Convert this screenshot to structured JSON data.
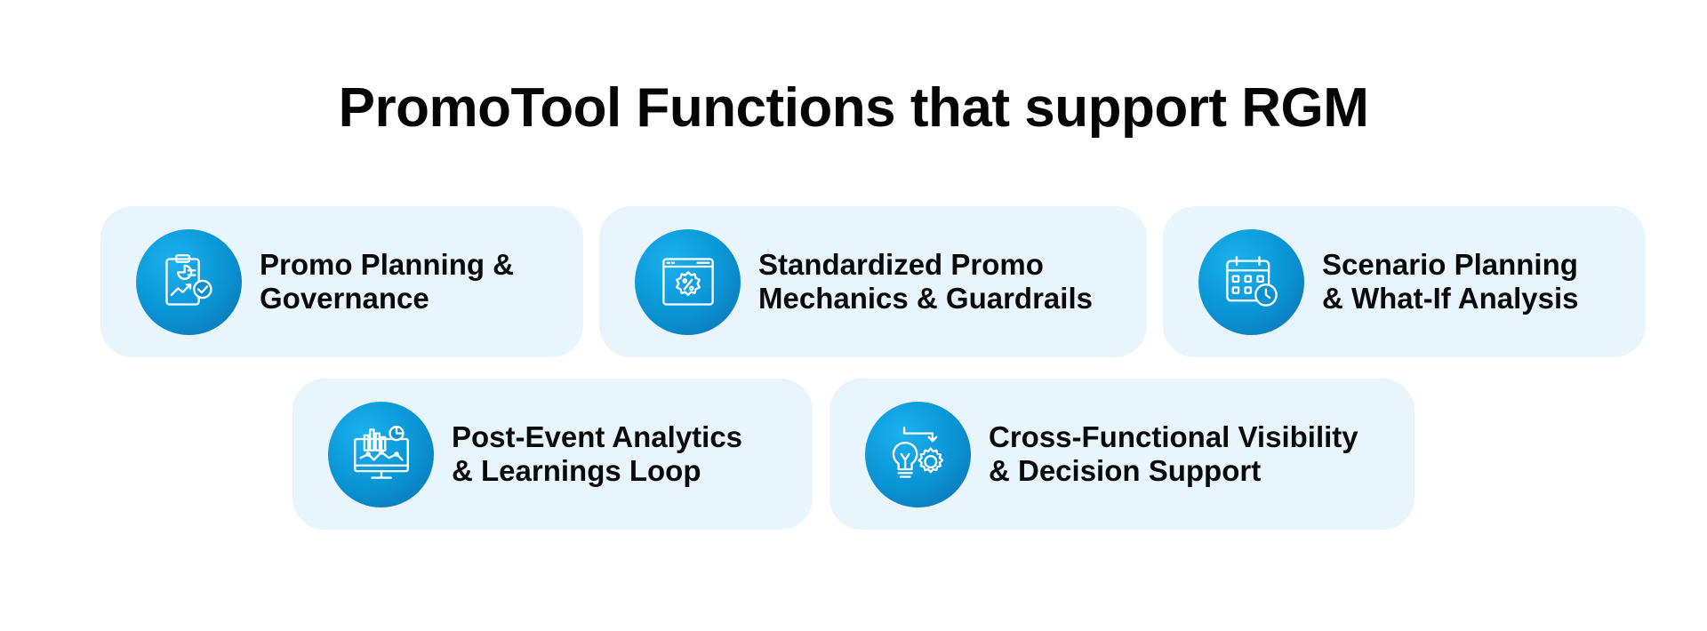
{
  "title": "PromoTool Functions that support RGM",
  "colors": {
    "card_background": "#e8f5fc",
    "icon_gradient_light": "#1cb0ee",
    "icon_gradient_dark": "#0a6fb0",
    "text": "#0a0a0a"
  },
  "cards": [
    {
      "icon": "clipboard-chart-check-icon",
      "line1": "Promo Planning &",
      "line2": "Governance"
    },
    {
      "icon": "browser-percent-badge-icon",
      "line1": "Standardized Promo",
      "line2": "Mechanics & Guardrails"
    },
    {
      "icon": "calendar-clock-icon",
      "line1": "Scenario Planning",
      "line2": "& What-If Analysis"
    },
    {
      "icon": "monitor-analytics-icon",
      "line1": "Post-Event Analytics",
      "line2": "& Learnings Loop"
    },
    {
      "icon": "lightbulb-gear-icon",
      "line1": "Cross-Functional Visibility",
      "line2": "& Decision Support"
    }
  ]
}
